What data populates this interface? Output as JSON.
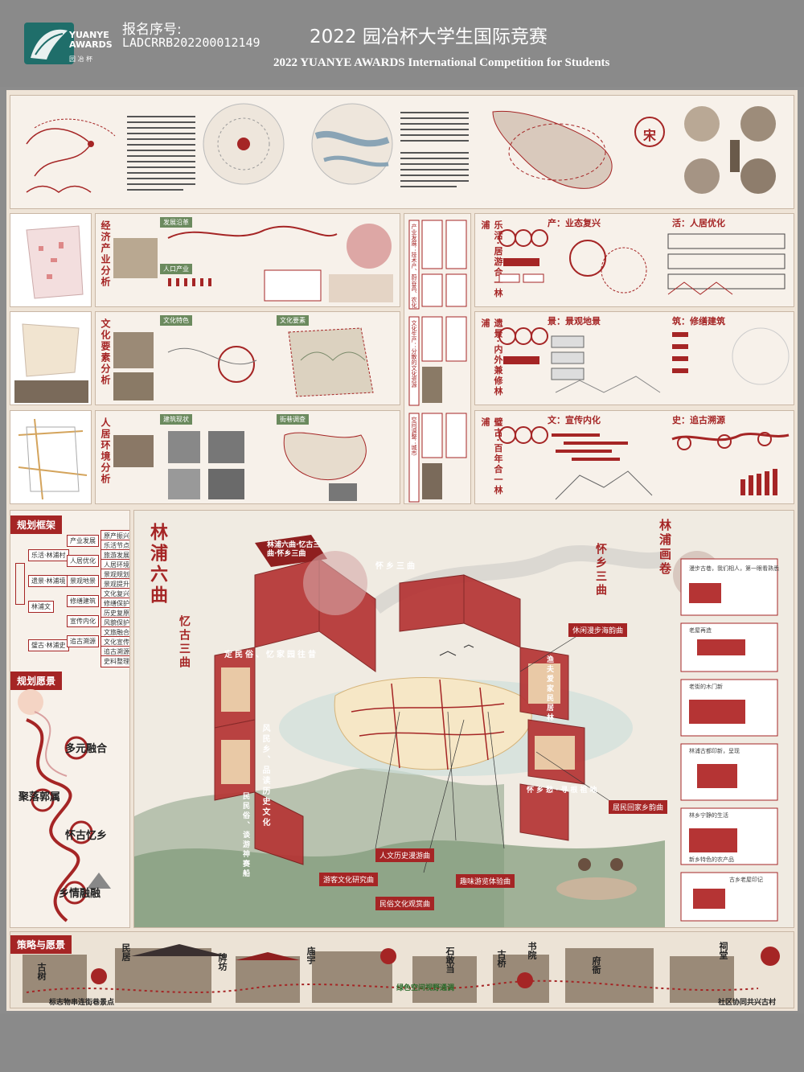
{
  "header": {
    "registration_label": "报名序号:",
    "registration_number": "LADCRRB202200012149",
    "title_cn": "2022 园冶杯大学生国际竞赛",
    "title_en": "2022 YUANYE AWARDS International Competition for  Students",
    "logo": {
      "line1": "YUANYE",
      "line2": "AWARDS",
      "cn": "园 冶 杯"
    }
  },
  "top_row": {
    "stamp_char": "宋"
  },
  "left_column": {
    "sections": [
      {
        "title": "经济产业分析",
        "sub1": "发展沿革",
        "sub2": "人口产业"
      },
      {
        "title": "文化要素分析",
        "sub1": "文化特色",
        "sub2": "文化要素"
      },
      {
        "title": "人居环境分析",
        "sub1": "建筑现状",
        "sub2": "街巷调查"
      }
    ]
  },
  "middle_column": {
    "side_labels": [
      "产业发展：技术产、蔚谷高、农化",
      "文化生产：分散的文化资源",
      "空间调整：城市"
    ]
  },
  "right_column": {
    "vertical_titles": [
      "乐活·居游合一林浦",
      "遗景·内外兼修林浦",
      "璧古·百年合一林浦"
    ],
    "headings": [
      {
        "left": "产：业态复兴",
        "right": "活：人居优化"
      },
      {
        "left": "景：景观地景",
        "right": "筑：修缮建筑"
      },
      {
        "left": "文：宣传内化",
        "right": "史：追古溯源"
      }
    ]
  },
  "planning": {
    "framework_title": "规划框架",
    "vision_title": "规划愿景",
    "framework_levels": [
      "乐活·林浦村",
      "遗景·林浦境",
      "林浦文",
      "璧古·林浦史"
    ],
    "framework_items": [
      "产业发展",
      "人居优化",
      "景观地景",
      "修缮建筑",
      "宣传内化",
      "追古溯源"
    ],
    "framework_leaves": [
      "原产振兴",
      "乐活节点",
      "旅游发展",
      "人居环境",
      "景观规划",
      "景观提升",
      "文化复兴",
      "修缮保护",
      "历史复原",
      "风貌保护",
      "文旅融合",
      "文化宣传",
      "追古溯源",
      "史料整理"
    ],
    "vision_items": [
      "多元融合",
      "聚落郭属",
      "怀古忆乡",
      "乡情融融"
    ]
  },
  "main_map": {
    "vertical_title_left": "林浦六曲",
    "vertical_title_right": "林浦画卷",
    "sub_left": "忆古三曲",
    "sub_right": "怀乡三曲",
    "cube_top_text": "林浦六曲·忆古三曲·怀乡三曲",
    "ribbons": [
      "定民俗、忆家园往昔",
      "风民乡、品读历史文化",
      "民民俗、谈游神赛船",
      "怀乡三曲",
      "渔夫爱家民居林",
      "休闲漫步海韵曲",
      "怀乡愁·寻根祖地"
    ],
    "callouts": [
      "休闲漫步海韵曲",
      "人文历史漫游曲",
      "游客文化研究曲",
      "趣味游览体验曲",
      "民俗文化观赏曲",
      "居民回家乡韵曲"
    ],
    "gallery_captions": [
      "漫步古巷，我们相人，第一眼看熟悉",
      "老屋再造",
      "老街的木门新",
      "林浦古都印新，呈现",
      "林乡宁静的生活",
      "新乡特色的农产品",
      "古乡老屋印记"
    ]
  },
  "strategy": {
    "title": "策略与愿景",
    "labels": [
      "古树",
      "民居",
      "牌坊",
      "庙宇",
      "石敢当",
      "古桥",
      "书院",
      "府衙",
      "祠堂"
    ],
    "caption_left": "标志物串连街巷景点",
    "caption_mid": "绿色空间视野通调",
    "caption_right": "社区协同共兴古村"
  },
  "colors": {
    "accent": "#a52525",
    "header_bg": "#8a8a8a",
    "poster_bg": "#efe4d7",
    "logo": "#1f6e6a"
  }
}
